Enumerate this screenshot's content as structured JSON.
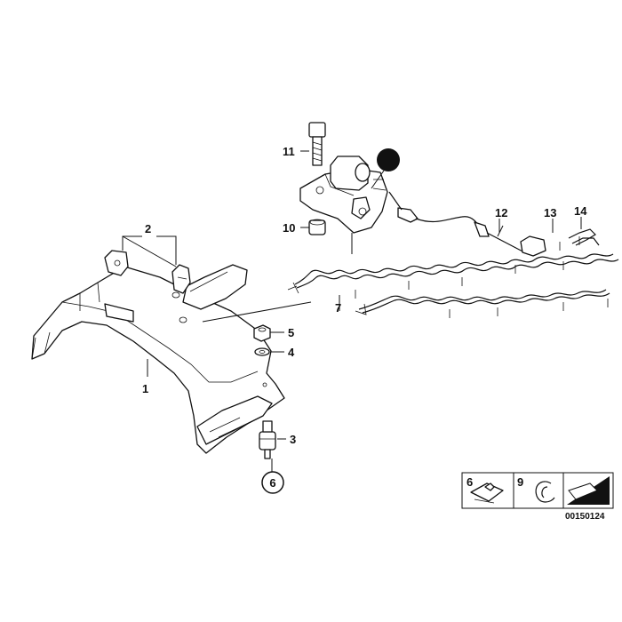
{
  "diagram": {
    "callouts": {
      "c1": "1",
      "c2": "2",
      "c3": "3",
      "c4": "4",
      "c5": "5",
      "c6": "6",
      "c7": "7",
      "c10": "10",
      "c11": "11",
      "c12": "12",
      "c13": "13",
      "c14": "14"
    },
    "legend": {
      "item_a": "6",
      "item_b": "9"
    },
    "code": "00150124",
    "colors": {
      "ink": "#111111",
      "paper": "#ffffff"
    }
  }
}
